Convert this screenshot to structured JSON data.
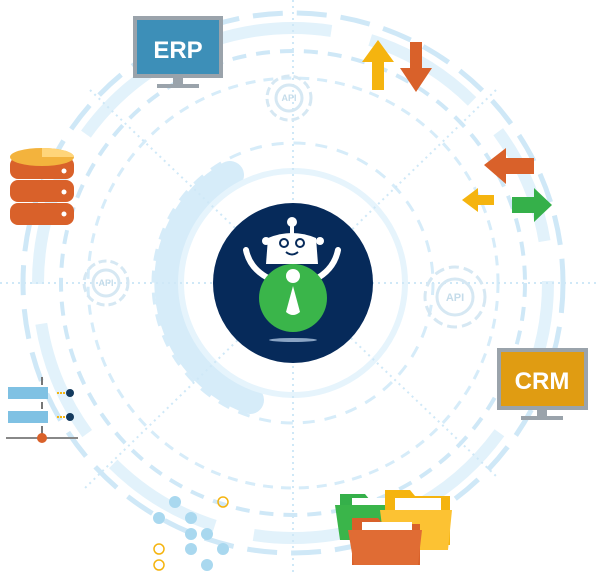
{
  "erp": {
    "label": "ERP",
    "color": "#3d8fb8"
  },
  "crm": {
    "label": "CRM",
    "color": "#e09c12"
  },
  "api_gears": [
    {
      "label": "API"
    },
    {
      "label": "API"
    },
    {
      "label": "API"
    }
  ],
  "colors": {
    "center_bg": "#062a5a",
    "robot_body": "#3ab54a",
    "ring": "#d6ecf9",
    "orange": "#d9612a",
    "yellow": "#f5b40f",
    "green": "#35b04a"
  },
  "icons": [
    "robot-icon",
    "erp-monitor-icon",
    "crm-monitor-icon",
    "database-icon",
    "sync-arrows-icon",
    "exchange-arrows-icon",
    "folders-icon",
    "server-network-icon",
    "api-gear-icon"
  ]
}
